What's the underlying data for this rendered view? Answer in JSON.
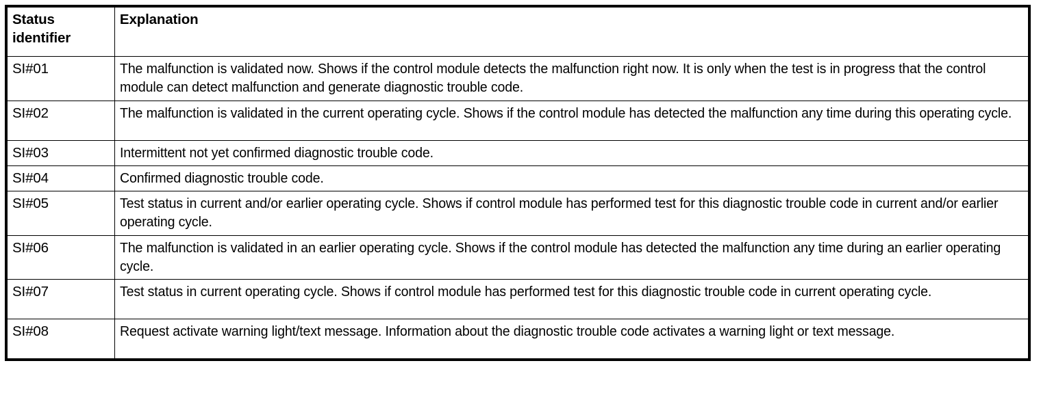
{
  "table": {
    "name": "status-identifier-explanation-table",
    "columns": [
      {
        "key": "identifier",
        "header": "Status\nidentifier"
      },
      {
        "key": "explanation",
        "header": "Explanation"
      }
    ],
    "header": {
      "identifier": "Status identifier",
      "identifier_line1": "Status",
      "identifier_line2": "identifier",
      "explanation": "Explanation"
    },
    "rows": [
      {
        "identifier": "SI#01",
        "explanation": "The malfunction is validated now. Shows if the control module detects the malfunction right now. It is only when the test is in progress that the control module can detect malfunction and generate diagnostic trouble code.",
        "lines": 2
      },
      {
        "identifier": "SI#02",
        "explanation": "The malfunction is validated in the current operating cycle. Shows if the control module has detected the malfunction any time during this operating cycle.",
        "lines": 2
      },
      {
        "identifier": "SI#03",
        "explanation": "Intermittent not yet confirmed diagnostic trouble code.",
        "lines": 1
      },
      {
        "identifier": "SI#04",
        "explanation": "Confirmed diagnostic trouble code.",
        "lines": 1
      },
      {
        "identifier": "SI#05",
        "explanation": "Test status in current and/or earlier operating cycle. Shows if control module has performed test for this diagnostic trouble code in current and/or earlier operating cycle.",
        "lines": 2
      },
      {
        "identifier": "SI#06",
        "explanation": "The malfunction is validated in an earlier operating cycle. Shows if the control module has detected the malfunction any time during an earlier operating cycle.",
        "lines": 2
      },
      {
        "identifier": "SI#07",
        "explanation": "Test status in current operating cycle. Shows if control module has performed test for this diagnostic trouble code in current operating cycle.",
        "lines": 2
      },
      {
        "identifier": "SI#08",
        "explanation": "Request activate warning light/text message. Information about the diagnostic trouble code activates a warning light or text message.",
        "lines": 2
      }
    ]
  },
  "colors": {
    "border": "#000000",
    "text": "#000000",
    "background": "#ffffff"
  }
}
